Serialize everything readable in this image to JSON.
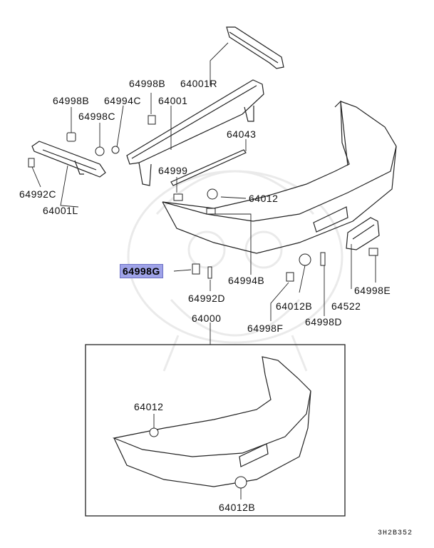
{
  "labels": {
    "l64998B_top": "64998B",
    "l64001R": "64001R",
    "l64998B_left": "64998B",
    "l64994C": "64994C",
    "l64001": "64001",
    "l64998C": "64998C",
    "l64043": "64043",
    "l64999": "64999",
    "l64012_mid": "64012",
    "l64992C": "64992C",
    "l64001L": "64001L",
    "l64998G": "64998G",
    "l64994B": "64994B",
    "l64992D": "64992D",
    "l64012B_mid": "64012B",
    "l64522": "64522",
    "l64998E": "64998E",
    "l64998D": "64998D",
    "l64998F": "64998F",
    "l64000": "64000",
    "l64012_box": "64012",
    "l64012B_box": "64012B"
  },
  "diagram_code": "3H2B352",
  "highlighted_part": "64998G"
}
